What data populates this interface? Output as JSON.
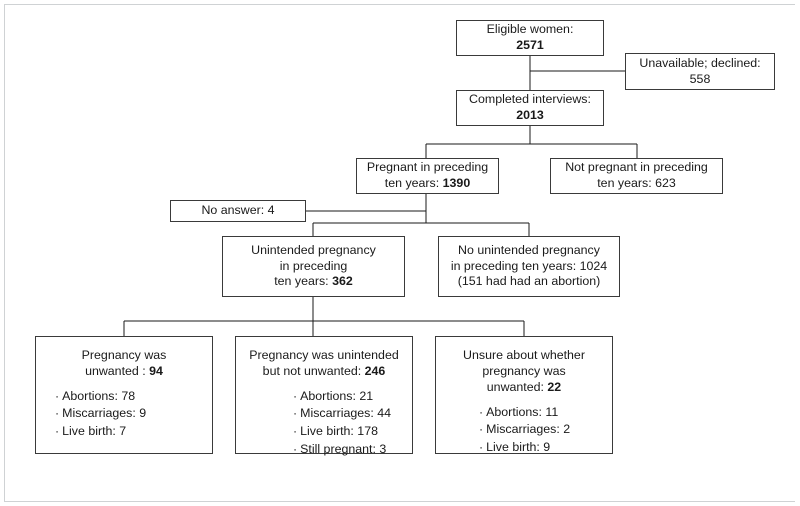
{
  "chart_data": {
    "type": "diagram",
    "title": "Study participant flow diagram",
    "nodes": [
      {
        "id": "eligible",
        "lines": [
          "Eligible women:",
          "2571"
        ],
        "bold_lines": [
          1
        ],
        "value": 2571
      },
      {
        "id": "unavailable",
        "lines": [
          "Unavailable; declined:",
          "558"
        ],
        "bold_lines": [],
        "value": 558
      },
      {
        "id": "completed",
        "lines": [
          "Completed interviews:",
          "2013"
        ],
        "bold_lines": [
          1
        ],
        "value": 2013
      },
      {
        "id": "pregnant",
        "lines": [
          "Pregnant in preceding",
          "ten years: 1390"
        ],
        "bold_tail": "1390",
        "value": 1390
      },
      {
        "id": "not-pregnant",
        "lines": [
          "Not pregnant in preceding",
          "ten years: 623"
        ],
        "bold_tail": "",
        "value": 623
      },
      {
        "id": "no-answer",
        "lines": [
          "No answer: 4"
        ],
        "value": 4
      },
      {
        "id": "unintended",
        "lines": [
          "Unintended pregnancy",
          "in preceding",
          "ten years: 362"
        ],
        "bold_tail": "362",
        "value": 362
      },
      {
        "id": "no-unintended",
        "lines": [
          "No unintended pregnancy",
          "in preceding ten years: 1024",
          "(151 had had an abortion)"
        ],
        "value": 1024
      },
      {
        "id": "unwanted",
        "value": 94
      },
      {
        "id": "unintended-not-unwanted",
        "value": 246
      },
      {
        "id": "unsure",
        "value": 22
      }
    ]
  },
  "page": {
    "frame_color": "#cfd2d4",
    "box_border_color": "#3a3a3a",
    "text_color": "#1a1a1a",
    "background": "#ffffff"
  },
  "nodes": {
    "eligible": {
      "label_line1": "Eligible women:",
      "label_line2": "2571"
    },
    "unavailable": {
      "label_line1": "Unavailable; declined:",
      "label_line2": "558"
    },
    "completed": {
      "label_line1": "Completed interviews:",
      "label_line2": "2013"
    },
    "pregnant": {
      "label_line1": "Pregnant in preceding",
      "label_line2_prefix": "ten years: ",
      "label_line2_value": "1390"
    },
    "not_pregnant": {
      "label_line1": "Not pregnant in preceding",
      "label_line2": "ten years: 623"
    },
    "no_answer": {
      "label": "No answer: 4"
    },
    "unintended": {
      "label_line1": "Unintended pregnancy",
      "label_line2": "in preceding",
      "label_line3_prefix": "ten years: ",
      "label_line3_value": "362"
    },
    "no_unintended": {
      "label_line1": "No unintended pregnancy",
      "label_line2": "in preceding ten years: 1024",
      "label_line3": "(151 had had an abortion)"
    },
    "unwanted": {
      "head_line1": "Pregnancy was",
      "head_line2_prefix": "unwanted : ",
      "head_line2_value": "94",
      "bullets": [
        "Abortions: 78",
        "Miscarriages: 9",
        "Live birth: 7"
      ]
    },
    "unintended_not_unwanted": {
      "head_line1": "Pregnancy was unintended",
      "head_line2_prefix": "but not unwanted: ",
      "head_line2_value": "246",
      "bullets": [
        "Abortions: 21",
        "Miscarriages: 44",
        "Live birth: 178",
        "Still pregnant: 3"
      ]
    },
    "unsure": {
      "head_line1": "Unsure about whether",
      "head_line2": "pregnancy was",
      "head_line3_prefix": "unwanted: ",
      "head_line3_value": "22",
      "bullets": [
        "Abortions: 11",
        "Miscarriages: 2",
        "Live birth: 9"
      ]
    }
  },
  "bullet_glyph": "·"
}
